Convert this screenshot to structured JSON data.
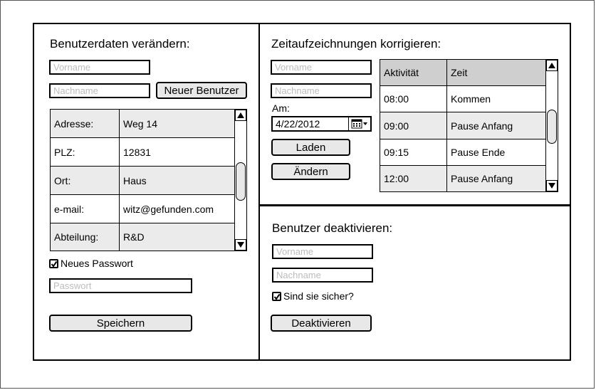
{
  "user_panel": {
    "title": "Benutzerdaten verändern:",
    "first_name_placeholder": "Vorname",
    "last_name_placeholder": "Nachname",
    "new_user_label": "Neuer Benutzer",
    "table": [
      {
        "key": "Adresse:",
        "value": "Weg 14"
      },
      {
        "key": "PLZ:",
        "value": "12831"
      },
      {
        "key": "Ort:",
        "value": "Haus"
      },
      {
        "key": "e-mail:",
        "value": "witz@gefunden.com"
      },
      {
        "key": "Abteilung:",
        "value": "R&D"
      }
    ],
    "new_password_label": "Neues Passwort",
    "new_password_checked": true,
    "password_placeholder": "Passwort",
    "save_label": "Speichern"
  },
  "time_panel": {
    "title": "Zeitaufzeichnungen korrigieren:",
    "first_name_placeholder": "Vorname",
    "last_name_placeholder": "Nachname",
    "date_label": "Am:",
    "date_value": "4/22/2012",
    "load_label": "Laden",
    "change_label": "Ändern",
    "table_headers": {
      "activity": "Aktivität",
      "time": "Zeit"
    },
    "rows": [
      {
        "time": "08:00",
        "activity": "Kommen"
      },
      {
        "time": "09:00",
        "activity": "Pause Anfang"
      },
      {
        "time": "09:15",
        "activity": "Pause Ende"
      },
      {
        "time": "12:00",
        "activity": "Pause Anfang"
      }
    ]
  },
  "deactivate_panel": {
    "title": "Benutzer deaktivieren:",
    "first_name_placeholder": "Vorname",
    "last_name_placeholder": "Nachname",
    "confirm_label": "Sind sie sicher?",
    "confirm_checked": true,
    "deactivate_label": "Deaktivieren"
  },
  "colors": {
    "border": "#000000",
    "row_shade": "#ebebeb",
    "header_shade": "#cfcfcf",
    "button_bg": "#e8e8e8",
    "placeholder": "#bdbdbd"
  }
}
